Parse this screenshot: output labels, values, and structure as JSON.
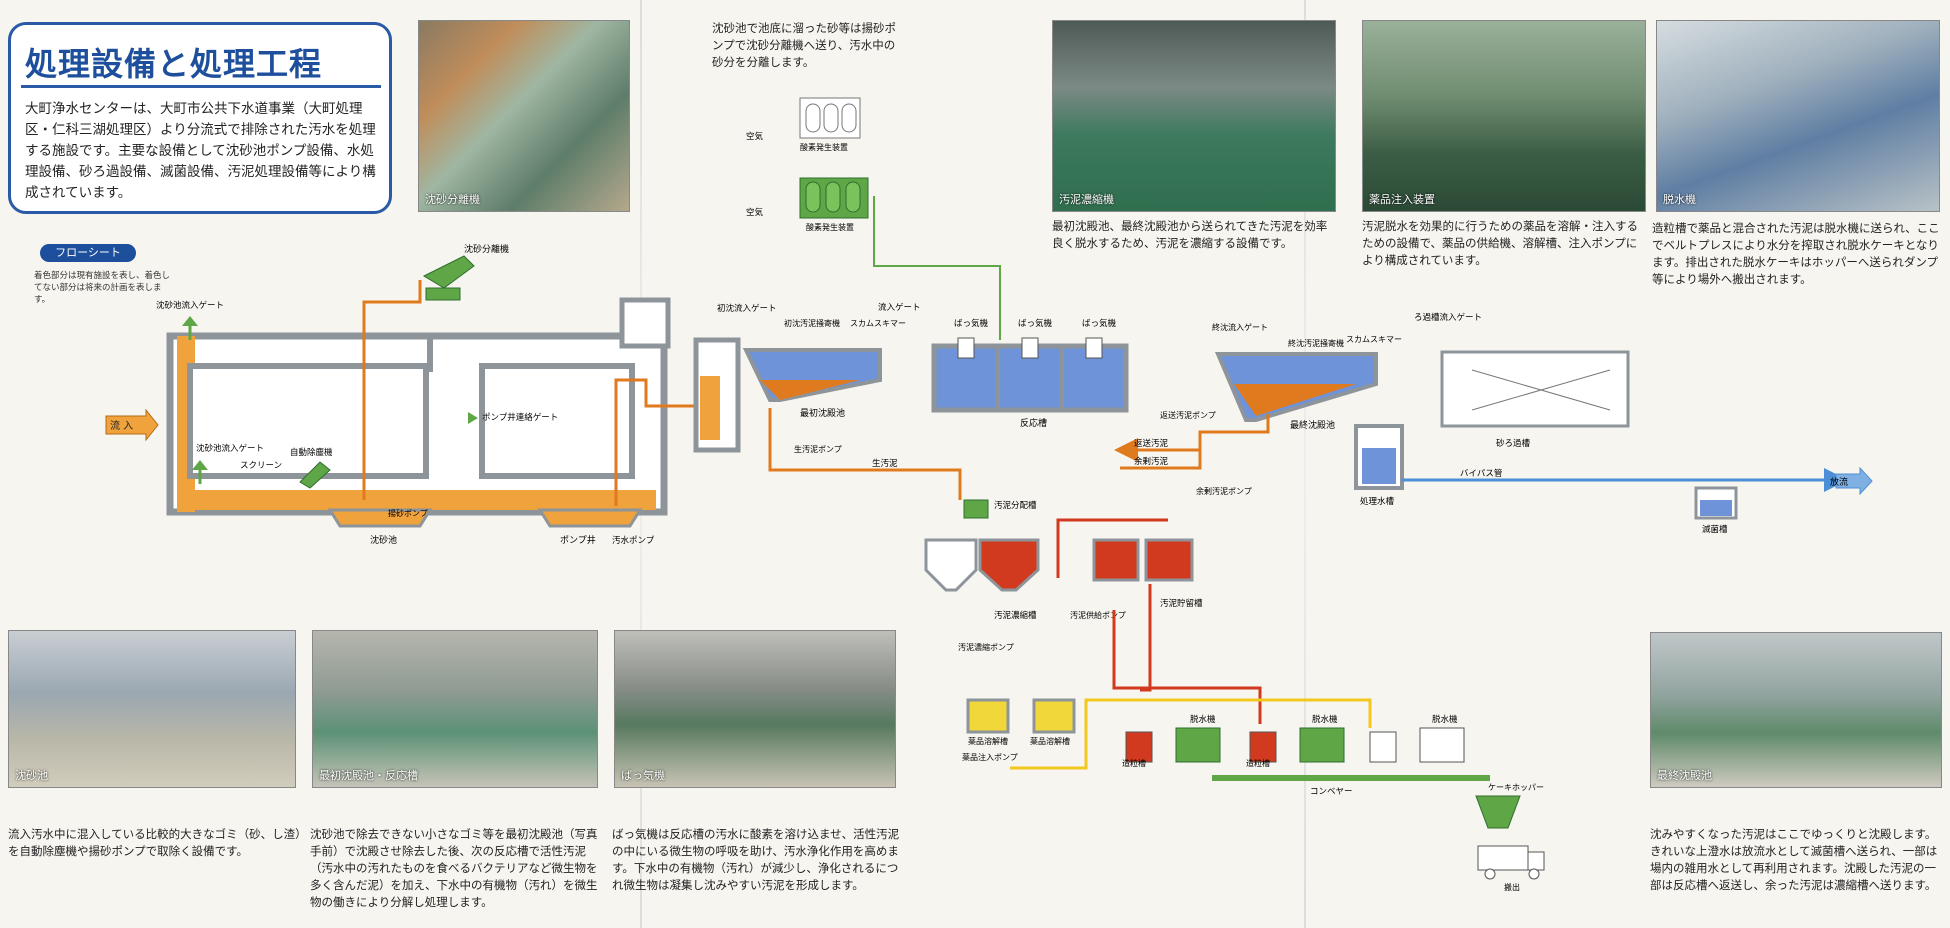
{
  "title": "処理設備と処理工程",
  "intro": "大町浄水センターは、大町市公共下水道事業（大町処理区・仁科三湖処理区）より分流式で排除された汚水を処理する施設です。主要な設備として沈砂池ポンプ設備、水処理設備、砂ろ過設備、滅菌設備、汚泥処理設備等により構成されています。",
  "flowsheet_label": "フローシート",
  "legend_text": "着色部分は現有施設を表し、着色してない部分は将来の計画を表します。",
  "photos": {
    "sand_separator": "沈砂分離機",
    "sludge_thickener": "汚泥濃縮機",
    "chemical_injection": "薬品注入装置",
    "dewatering": "脱水機",
    "grit_chamber": "沈砂池",
    "primary_reactor": "最初沈殿池・反応槽",
    "aerator": "ばっ気機",
    "final_clarifier": "最終沈殿池"
  },
  "descriptions": {
    "sand_separator": "沈砂池で池底に溜った砂等は揚砂ポンプで沈砂分離機へ送り、汚水中の砂分を分離します。",
    "sludge_thickener": "最初沈殿池、最終沈殿池から送られてきた汚泥を効率良く脱水するため、汚泥を濃縮する設備です。",
    "chemical_injection": "汚泥脱水を効果的に行うための薬品を溶解・注入するための設備で、薬品の供給機、溶解槽、注入ポンプにより構成されています。",
    "dewatering": "造粒槽で薬品と混合された汚泥は脱水機に送られ、ここでベルトプレスにより水分を搾取され脱水ケーキとなります。排出された脱水ケーキはホッパーへ送られダンプ等により場外へ搬出されます。",
    "grit_chamber": "流入汚水中に混入している比較的大きなゴミ（砂、し渣）を自動除塵機や揚砂ポンプで取除く設備です。",
    "primary_reactor": "沈砂池で除去できない小さなゴミ等を最初沈殿池（写真手前）で沈殿させ除去した後、次の反応槽で活性汚泥（汚水中の汚れたものを食べるバクテリアなど微生物を多く含んだ泥）を加え、下水中の有機物（汚れ）を微生物の働きにより分解し処理します。",
    "aerator": "ばっ気機は反応槽の汚水に酸素を溶け込ませ、活性汚泥の中にいる微生物の呼吸を助け、汚水浄化作用を高めます。下水中の有機物（汚れ）が減少し、浄化されるにつれ微生物は凝集し沈みやすい汚泥を形成します。",
    "final_clarifier": "沈みやすくなった汚泥はここでゆっくりと沈殿します。きれいな上澄水は放流水として滅菌槽へ送られ、一部は場内の雑用水として再利用されます。沈殿した汚泥の一部は反応槽へ返送し、余った汚泥は濃縮槽へ送ります。"
  },
  "labels": {
    "inflow": "流 入",
    "grit_inlet_gate": "沈砂池流入ゲート",
    "grit_inlet_gate2": "沈砂池流入ゲート",
    "sand_separator": "沈砂分離機",
    "screen": "スクリーン",
    "auto_screen": "自動除塵機",
    "sand_pump": "揚砂ポンプ",
    "grit_chamber": "沈砂池",
    "pump_well_gate": "ポンプ井連絡ゲート",
    "pump_well": "ポンプ井",
    "sewage_pump": "汚水ポンプ",
    "air1": "空気",
    "air2": "空気",
    "oxygen_gen1": "酸素発生装置",
    "oxygen_gen2": "酸素発生装置",
    "primary_inlet_gate": "初沈流入ゲート",
    "primary_scraper": "初沈汚泥掻寄機",
    "scum_skimmer": "スカムスキマー",
    "inflow_gate": "流入ゲート",
    "aerator1": "ばっ気機",
    "aerator2": "ばっ気機",
    "aerator3": "ばっ気機",
    "final_inlet_gate": "終沈流入ゲート",
    "final_scraper": "終沈汚泥掻寄機",
    "scum_skimmer2": "スカムスキマー",
    "primary_clarifier": "最初沈殿池",
    "reactor": "反応槽",
    "final_clarifier": "最終沈殿池",
    "return_pump": "返送汚泥ポンプ",
    "return_sludge": "返送汚泥",
    "excess_sludge": "余剰汚泥",
    "excess_pump": "余剰汚泥ポンプ",
    "raw_sludge_pump": "生汚泥ポンプ",
    "raw_sludge": "生汚泥",
    "sludge_distribution": "汚泥分配槽",
    "thickener": "汚泥濃縮槽",
    "thick_pump": "汚泥濃縮ポンプ",
    "storage": "汚泥貯留槽",
    "feed_pump": "汚泥供給ポンプ",
    "chem_tank1": "薬品溶解槽",
    "chem_tank2": "薬品溶解槽",
    "chem_pump": "薬品注入ポンプ",
    "granulator1": "造粒槽",
    "granulator2": "造粒槽",
    "dewater1": "脱水機",
    "dewater2": "脱水機",
    "dewater3": "脱水機",
    "conveyor": "コンベヤー",
    "hopper": "ケーキホッパー",
    "carry_out": "搬出",
    "sand_filter_gate": "ろ過槽流入ゲート",
    "sand_filter": "砂ろ過槽",
    "treated_tank": "処理水槽",
    "bypass": "バイパス管",
    "discharge": "放流",
    "disinfection": "滅菌槽"
  }
}
